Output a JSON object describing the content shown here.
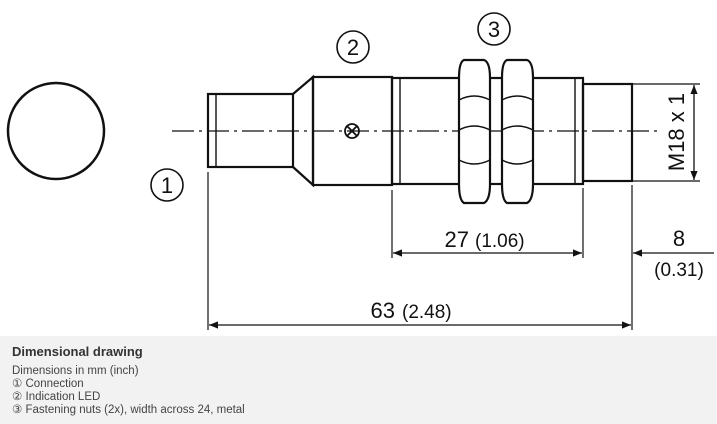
{
  "drawing": {
    "callouts": {
      "c1": "①",
      "c2": "②",
      "c3": "③"
    },
    "dims": {
      "overall_mm": "63",
      "overall_inch": "(2.48)",
      "nut_mm": "27",
      "nut_inch": "(1.06)",
      "end_mm": "8",
      "end_inch": "(0.31)",
      "thread": "M18 x 1"
    }
  },
  "caption": {
    "title": "Dimensional drawing",
    "units": "Dimensions in mm (inch)",
    "items": [
      "① Connection",
      "② Indication LED",
      "③ Fastening nuts (2x), width across 24, metal"
    ]
  }
}
